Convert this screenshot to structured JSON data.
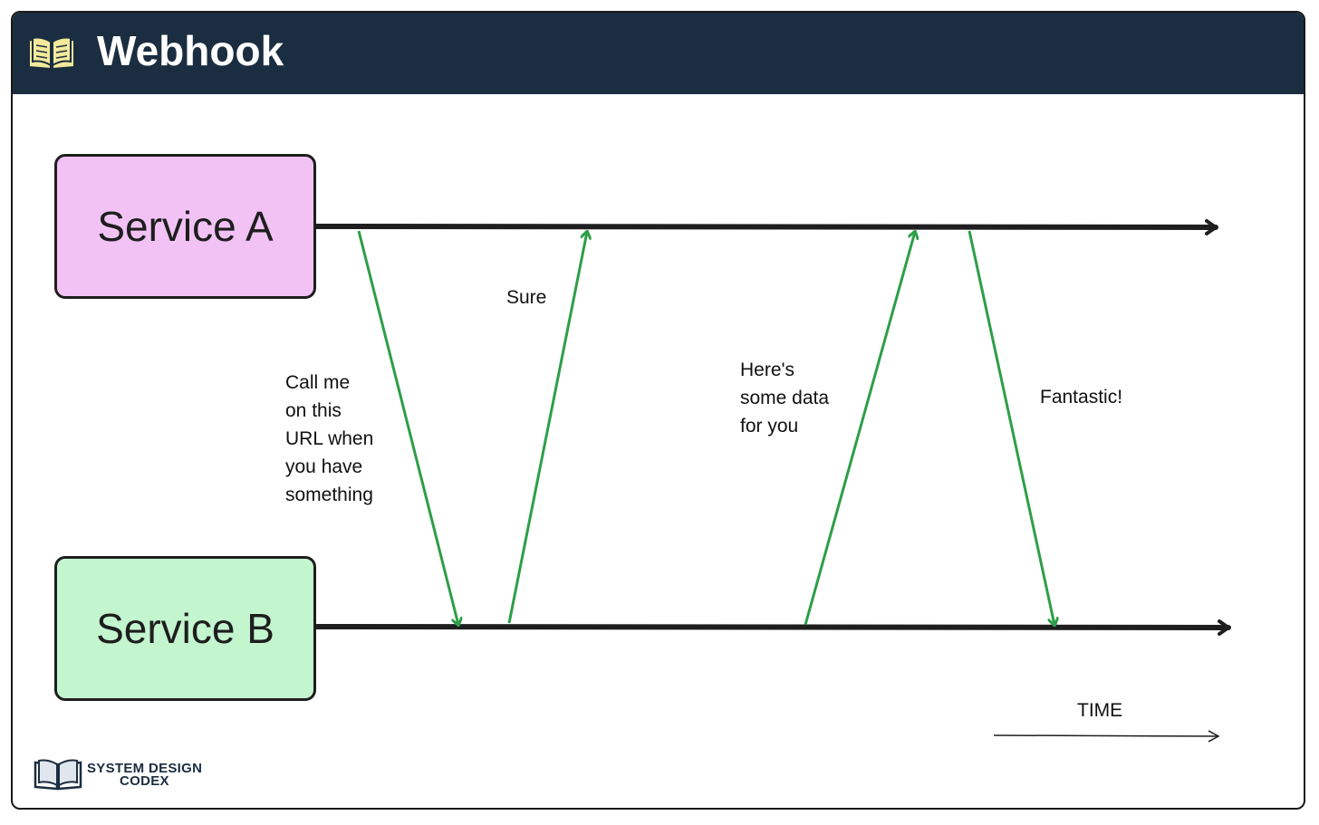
{
  "header": {
    "title": "Webhook",
    "icon": "open-book-icon"
  },
  "services": {
    "a": {
      "label": "Service A",
      "color": "#f2c2f5"
    },
    "b": {
      "label": "Service B",
      "color": "#c3f5cf"
    }
  },
  "messages": [
    {
      "from": "Service A",
      "to": "Service B",
      "text": "Call me\non this\nURL when\nyou have\nsomething"
    },
    {
      "from": "Service B",
      "to": "Service A",
      "text": "Sure"
    },
    {
      "from": "Service B",
      "to": "Service A",
      "text": "Here's\nsome data\nfor you"
    },
    {
      "from": "Service A",
      "to": "Service B",
      "text": "Fantastic!"
    }
  ],
  "time_axis": {
    "label": "TIME"
  },
  "brand": {
    "line1": "SYSTEM DESIGN",
    "line2": "CODEX",
    "icon": "open-book-icon"
  },
  "colors": {
    "header_bg": "#1b2d40",
    "arrow": "#2e9e48",
    "timeline": "#1e1e1e",
    "book_icon": "#f3ea9c"
  }
}
